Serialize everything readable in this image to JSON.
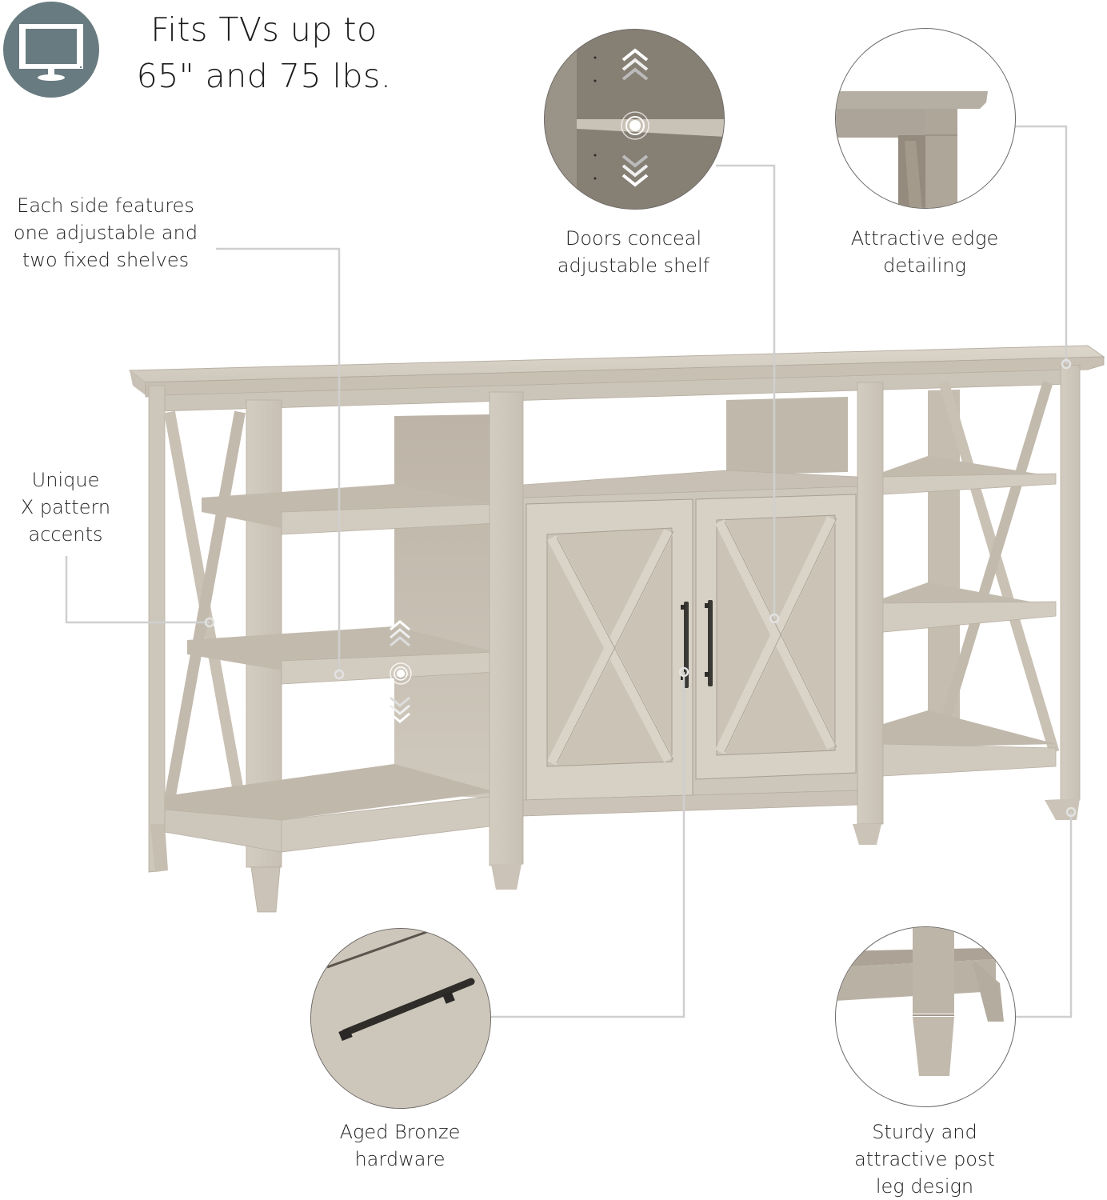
{
  "headline": {
    "line1": "Fits TVs up to",
    "line2": "65\" and 75 lbs.",
    "icon": "tv-monitor-icon",
    "icon_bg_color": "#687b80"
  },
  "callouts": [
    {
      "id": "side-shelves",
      "lines": [
        "Each side features",
        "one adjustable and",
        "two fixed shelves"
      ]
    },
    {
      "id": "x-pattern",
      "lines": [
        "Unique",
        "X pattern",
        "accents"
      ]
    },
    {
      "id": "doors",
      "lines": [
        "Doors conceal",
        "adjustable shelf"
      ],
      "detail_image": "adjustable-shelf-closeup"
    },
    {
      "id": "edge",
      "lines": [
        "Attractive edge",
        "detailing"
      ],
      "detail_image": "edge-detail-closeup"
    },
    {
      "id": "hardware",
      "lines": [
        "Aged Bronze",
        "hardware"
      ],
      "detail_image": "bronze-handle-closeup"
    },
    {
      "id": "legs",
      "lines": [
        "Sturdy and",
        "attractive post",
        "leg design"
      ],
      "detail_image": "post-leg-closeup"
    }
  ],
  "colors": {
    "wood_light": "#d6d0c5",
    "wood_mid": "#c4bcb0",
    "wood_dark": "#a69d90",
    "wood_shadow": "#8f877b",
    "hardware": "#3a3834",
    "connector_line": "#cfcfcf",
    "text": "#1e1e1e"
  }
}
